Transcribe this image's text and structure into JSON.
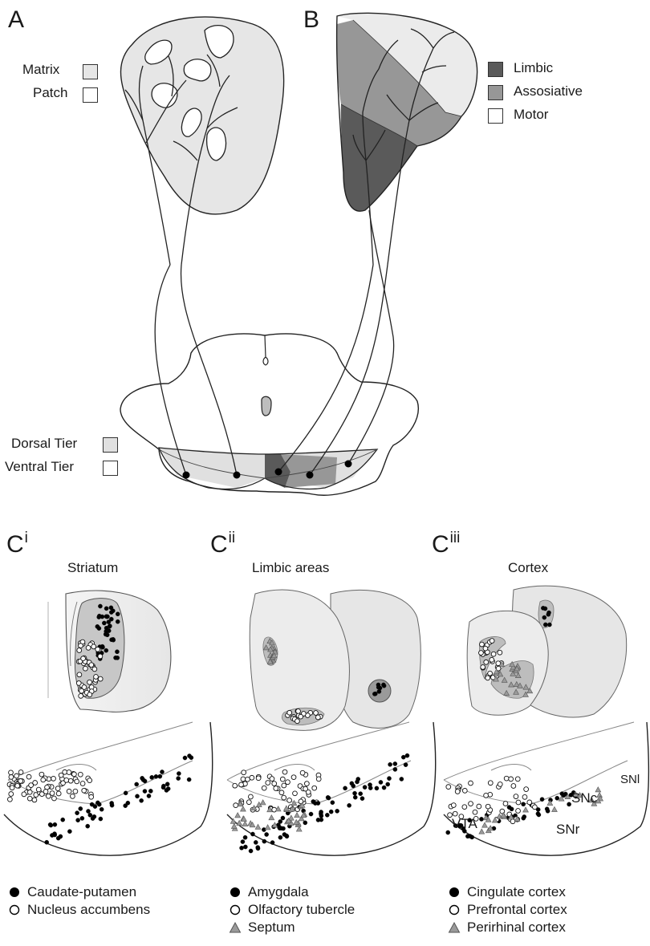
{
  "panels": {
    "a": "A",
    "b": "B",
    "c_base": "C",
    "ci_sup": "i",
    "cii_sup": "ii",
    "ciii_sup": "iii"
  },
  "legend_a": {
    "matrix": "Matrix",
    "patch": "Patch"
  },
  "legend_b": {
    "limbic": "Limbic",
    "associative": "Assosiative",
    "motor": "Motor"
  },
  "legend_tier": {
    "dorsal": "Dorsal Tier",
    "ventral": "Ventral Tier"
  },
  "subtitles": {
    "ci": "Striatum",
    "cii": "Limbic areas",
    "ciii": "Cortex"
  },
  "region_labels": {
    "snl": "SNl",
    "snc": "SNc",
    "snr": "SNr",
    "vta": "VTA"
  },
  "legend_ci": {
    "filled": "Caudate-putamen",
    "open": "Nucleus accumbens"
  },
  "legend_cii": {
    "filled": "Amygdala",
    "open": "Olfactory tubercle",
    "triangle": "Septum"
  },
  "legend_ciii": {
    "filled": "Cingulate cortex",
    "open": "Prefrontal cortex",
    "triangle": "Perirhinal cortex"
  },
  "colors": {
    "matrix": "#e6e6e6",
    "patch": "#ffffff",
    "limbic": "#5a5a5a",
    "associative": "#979797",
    "motor": "#ebebeb",
    "dorsal_tier": "#e0e0e0",
    "ventral_tier": "#ffffff",
    "filled_marker": "#000000",
    "open_marker": "#ffffff",
    "triangle_marker": "#9a9a9a"
  }
}
